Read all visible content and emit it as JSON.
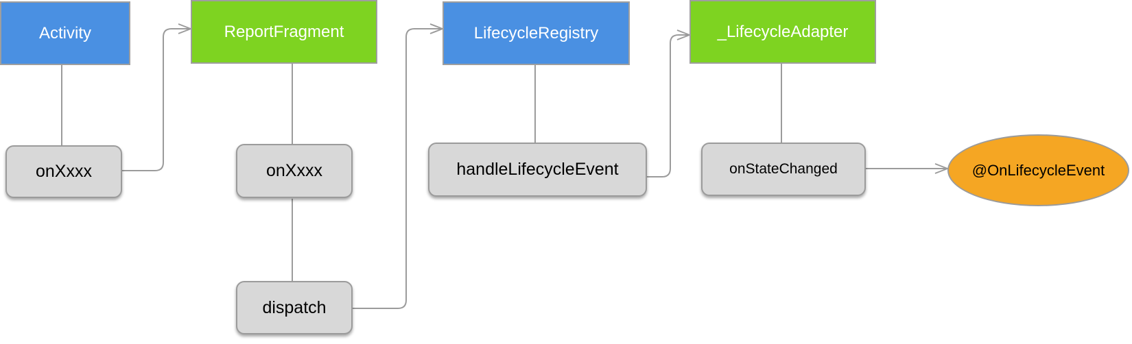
{
  "classes": {
    "activity": "Activity",
    "report_fragment": "ReportFragment",
    "lifecycle_registry": "LifecycleRegistry",
    "lifecycle_adapter": "_LifecycleAdapter"
  },
  "methods": {
    "activity_onxxxx": "onXxxx",
    "fragment_onxxxx": "onXxxx",
    "dispatch": "dispatch",
    "handle_lifecycle_event": "handleLifecycleEvent",
    "on_state_changed": "onStateChanged"
  },
  "annotation": "@OnLifecycleEvent",
  "colors": {
    "class_blue": "#4a90e2",
    "class_green": "#7ed321",
    "method_gray": "#d8d8d8",
    "annotation_orange": "#f5a623",
    "connector": "#9b9b9b"
  }
}
